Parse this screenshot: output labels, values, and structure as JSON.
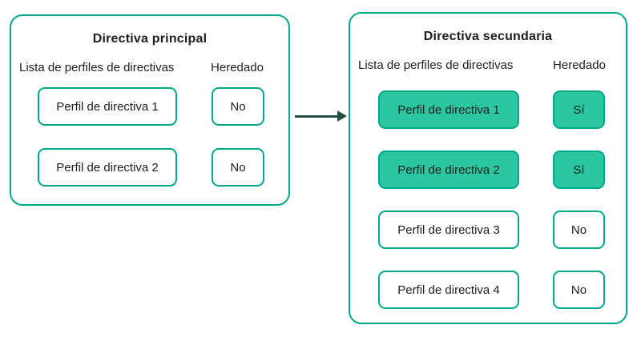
{
  "diagram": {
    "description": "Inheritance of policy profiles from a primary policy to a secondary policy"
  },
  "colors": {
    "border_teal": "#00a88b",
    "highlight_green": "#2bc7a1",
    "text_dark": "#1d1d1b",
    "arrow_dark_teal": "#234f47",
    "background": "#ffffff"
  },
  "arrow": {
    "icon": "arrow-right-icon",
    "direction": "left-to-right"
  },
  "panels": [
    {
      "title": "Directiva principal",
      "list_label": "Lista de perfiles de directivas",
      "inherited_label": "Heredado",
      "rows": [
        {
          "profile": "Perfil de directiva 1",
          "inherited": "No",
          "highlighted": false
        },
        {
          "profile": "Perfil de directiva 2",
          "inherited": "No",
          "highlighted": false
        }
      ]
    },
    {
      "title": "Directiva secundaria",
      "list_label": "Lista de perfiles de directivas",
      "inherited_label": "Heredado",
      "rows": [
        {
          "profile": "Perfil de directiva 1",
          "inherited": "Sí",
          "highlighted": true
        },
        {
          "profile": "Perfil de directiva 2",
          "inherited": "Sí",
          "highlighted": true
        },
        {
          "profile": "Perfil de directiva 3",
          "inherited": "No",
          "highlighted": false
        },
        {
          "profile": "Perfil de directiva 4",
          "inherited": "No",
          "highlighted": false
        }
      ]
    }
  ]
}
